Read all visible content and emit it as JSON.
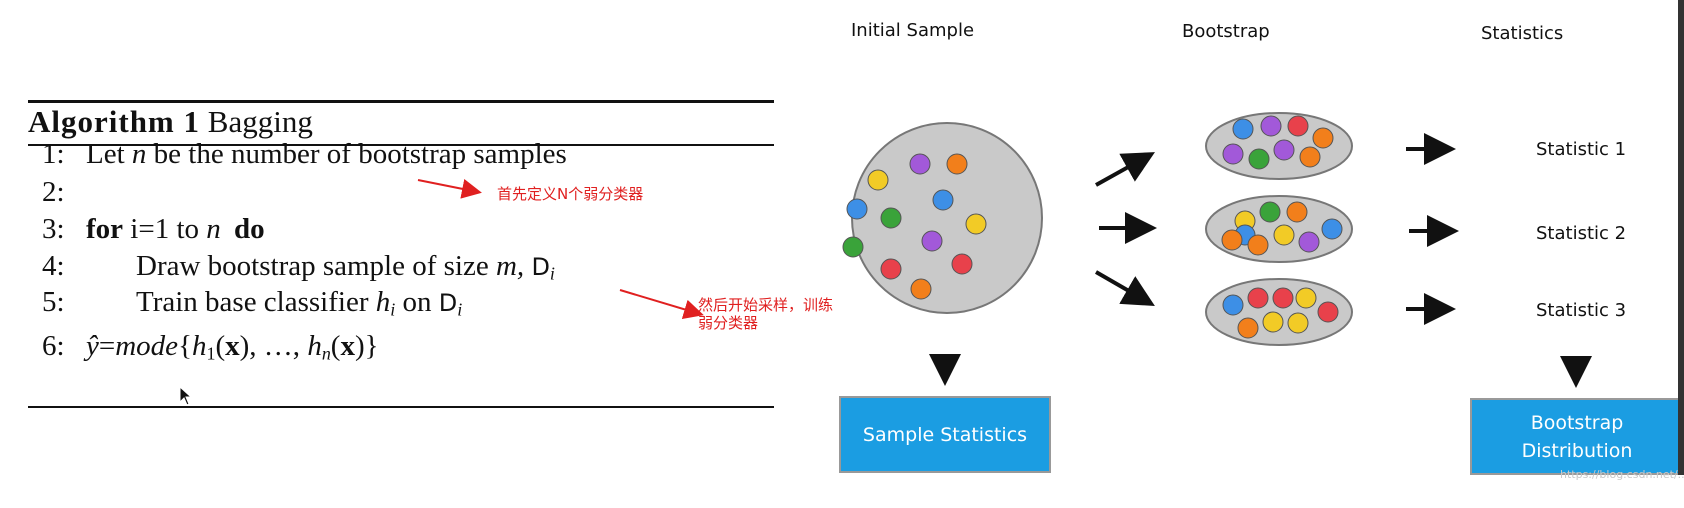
{
  "algorithm": {
    "title_label": "Algorithm 1",
    "title_name": "Bagging",
    "lines": [
      {
        "num": "1:",
        "text": "Let n be the number of bootstrap samples"
      },
      {
        "num": "2:"
      },
      {
        "num": "3:",
        "kw_for": "for",
        "range": "i=1 to",
        "var": "n",
        "kw_do": "do"
      },
      {
        "num": "4:",
        "text_a": "Draw bootstrap sample of size",
        "var": "m,",
        "set": "D",
        "sub": "i"
      },
      {
        "num": "5:",
        "text_a": "Train base classifier",
        "h": "h",
        "sub": "i",
        "text_b": "on",
        "set": "D",
        "sub2": "i"
      },
      {
        "num": "6:",
        "text": "ŷ=mode{h1(x), …, hn(x)}"
      }
    ]
  },
  "annotations": {
    "note1": "首先定义N个弱分类器",
    "note2_line1": "然后开始采样，训练",
    "note2_line2": "弱分类器"
  },
  "diagram": {
    "headers": {
      "initial": "Initial Sample",
      "bootstrap": "Bootstrap",
      "statistics": "Statistics"
    },
    "statistics": [
      "Statistic 1",
      "Statistic 2",
      "Statistic 3"
    ],
    "sample_box": "Sample Statistics",
    "dist_box_line1": "Bootstrap",
    "dist_box_line2": "Distribution",
    "colors": {
      "blue": "#3d8fe6",
      "purple": "#a259d9",
      "orange": "#f27f1b",
      "yellow": "#f2cb26",
      "green": "#3aa33a",
      "red": "#e8414b",
      "circle_fill": "#c9c9c9",
      "box_fill": "#1b9de2"
    },
    "initial_dots": [
      "yellow",
      "purple",
      "orange",
      "blue",
      "green",
      "blue",
      "yellow",
      "green",
      "purple",
      "red",
      "red",
      "orange"
    ],
    "bootstrap_dots": [
      [
        "blue",
        "purple",
        "red",
        "orange",
        "purple",
        "green",
        "purple",
        "orange"
      ],
      [
        "green",
        "orange",
        "yellow",
        "blue",
        "blue",
        "yellow",
        "purple",
        "orange",
        "orange"
      ],
      [
        "blue",
        "red",
        "red",
        "yellow",
        "red",
        "orange",
        "yellow",
        "yellow"
      ]
    ]
  },
  "watermark": "https://blog.csdn.net/..."
}
